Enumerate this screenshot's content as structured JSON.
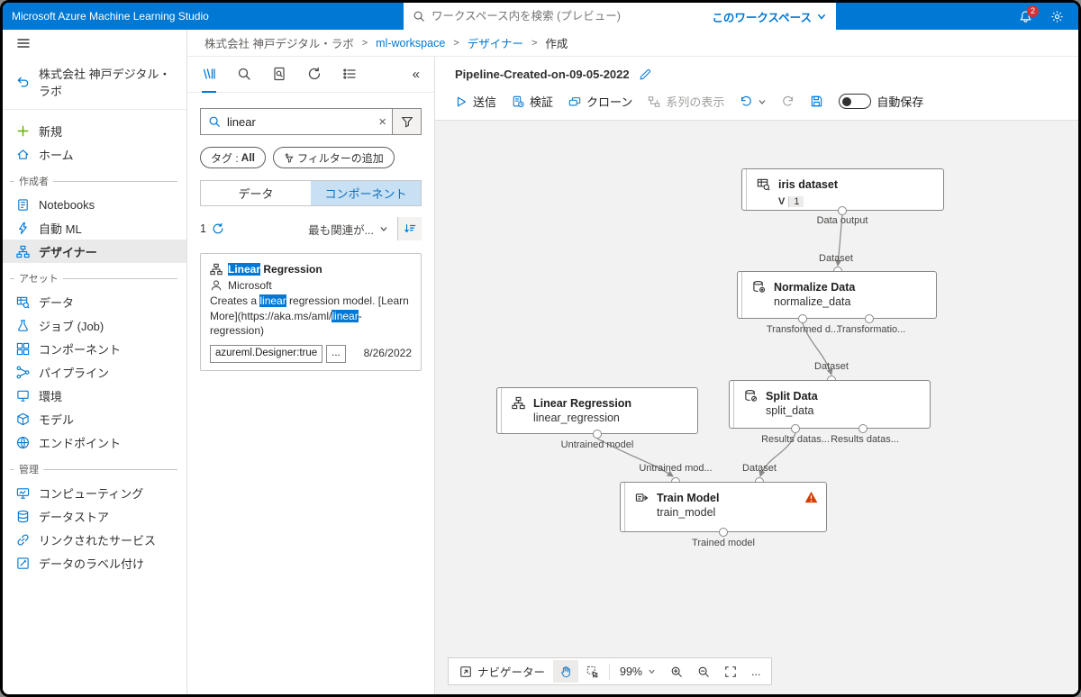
{
  "colors": {
    "accent": "#0078d4",
    "warning": "#d83b01",
    "highlight_bg": "#0078d4",
    "topbar_bg": "#0078d4",
    "canvas_bg": "#f2f2f2"
  },
  "topbar": {
    "app_title": "Microsoft Azure Machine Learning Studio",
    "search_placeholder": "ワークスペース内を検索 (プレビュー)",
    "workspace_scope": "このワークスペース",
    "notification_count": "2"
  },
  "breadcrumb": {
    "items": [
      "株式会社 神戸デジタル・ラボ",
      "ml-workspace",
      "デザイナー",
      "作成"
    ]
  },
  "sidebar": {
    "workspace_name": "株式会社 神戸デジタル・ラボ",
    "groups": [
      {
        "items": [
          "新規",
          "ホーム"
        ]
      },
      {
        "section": "作成者",
        "items": [
          "Notebooks",
          "自動 ML",
          "デザイナー"
        ]
      },
      {
        "section": "アセット",
        "items": [
          "データ",
          "ジョブ (Job)",
          "コンポーネント",
          "パイプライン",
          "環境",
          "モデル",
          "エンドポイント"
        ]
      },
      {
        "section": "管理",
        "items": [
          "コンピューティング",
          "データストア",
          "リンクされたサービス",
          "データのラベル付け"
        ]
      }
    ]
  },
  "panel": {
    "search_value": "linear",
    "tag_label": "タグ :",
    "tag_value": "All",
    "add_filter": "フィルターの追加",
    "tabs": {
      "data": "データ",
      "components": "コンポーネント"
    },
    "result_count": "1",
    "sort_label": "最も関連が...",
    "card": {
      "title_hl": "Linear",
      "title_rest": " Regression",
      "author": "Microsoft",
      "desc_p1": "Creates a ",
      "desc_h1": "linear",
      "desc_p2": " regression model. [Learn More](https://aka.ms/aml/",
      "desc_h2": "linear",
      "desc_p3": "-regression)",
      "chip": "azureml.Designer:true",
      "chip_more": "...",
      "date": "8/26/2022"
    }
  },
  "canvas": {
    "title": "Pipeline-Created-on-09-05-2022",
    "toolbar": {
      "submit": "送信",
      "validate": "検証",
      "clone": "クローン",
      "lineage": "系列の表示",
      "autosave": "自動保存"
    },
    "nodes": {
      "iris": {
        "title": "iris dataset",
        "version_label": "V",
        "version": "1"
      },
      "normalize": {
        "title": "Normalize Data",
        "subtitle": "normalize_data"
      },
      "split": {
        "title": "Split Data",
        "subtitle": "split_data"
      },
      "linreg": {
        "title": "Linear Regression",
        "subtitle": "linear_regression"
      },
      "train": {
        "title": "Train Model",
        "subtitle": "train_model"
      }
    },
    "port_labels": {
      "iris_out": "Data output",
      "normalize_in": "Dataset",
      "normalize_out1": "Transformed d...",
      "normalize_out2": "Transformatio...",
      "split_in": "Dataset",
      "split_out1": "Results datas...",
      "split_out2": "Results datas...",
      "linreg_out": "Untrained model",
      "train_in1": "Untrained mod...",
      "train_in2": "Dataset",
      "train_out": "Trained model"
    },
    "bottom_toolbar": {
      "navigator": "ナビゲーター",
      "zoom": "99%",
      "more": "..."
    }
  }
}
